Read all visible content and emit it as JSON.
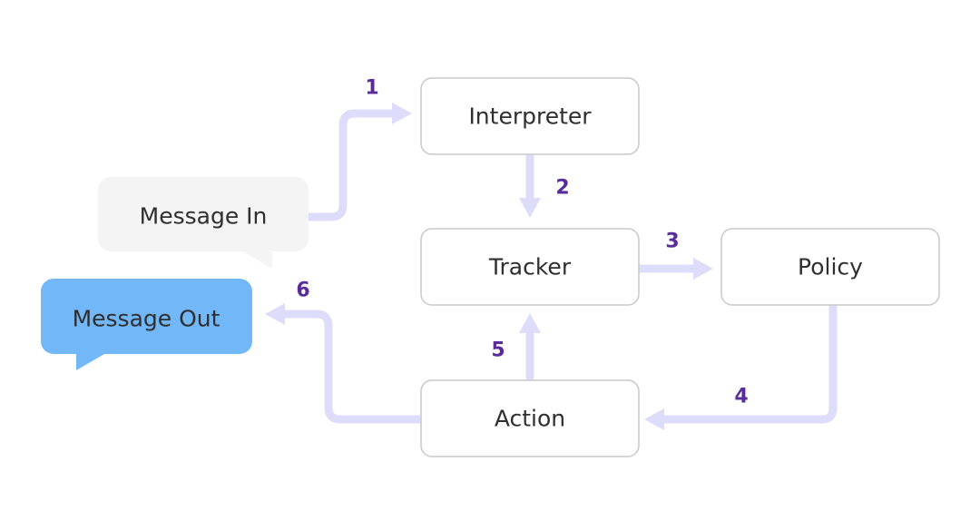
{
  "nodes": {
    "interpreter": "Interpreter",
    "tracker": "Tracker",
    "policy": "Policy",
    "action": "Action"
  },
  "bubbles": {
    "message_in": "Message In",
    "message_out": "Message Out"
  },
  "steps": [
    "1",
    "2",
    "3",
    "4",
    "5",
    "6"
  ],
  "colors": {
    "arrow": "#dddcfb",
    "step_number": "#5a2c9a",
    "message_out_bubble": "#72b7f8",
    "message_in_bubble": "#f4f4f4",
    "node_border": "#c9c9c9"
  }
}
